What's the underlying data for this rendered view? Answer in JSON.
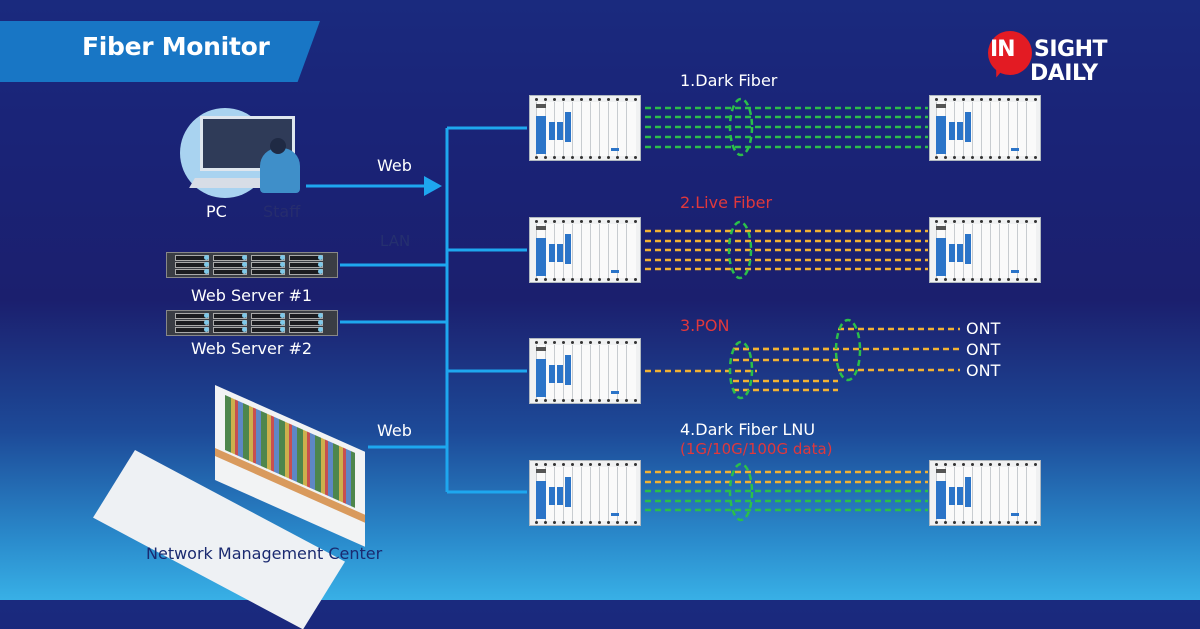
{
  "header": {
    "title": "Fiber Monitor"
  },
  "logo": {
    "part_red": "IN",
    "part1": "SIGHT",
    "part2": "DAILY",
    "bubble_color": "#e31b23"
  },
  "left_nodes": {
    "pc_label": "PC",
    "staff_label": "Staff",
    "web_server_1": "Web Server #1",
    "web_server_2": "Web Server #2",
    "nmc_label": "Network Management Center",
    "lan_label": "LAN"
  },
  "links": {
    "web_top": "Web",
    "web_bottom": "Web"
  },
  "scenarios": [
    {
      "label": "1.Dark Fiber",
      "label_color": "#ffffff",
      "fiber_colors": [
        "green",
        "green",
        "green",
        "green",
        "green"
      ]
    },
    {
      "label": "2.Live Fiber",
      "label_color": "#e0383c",
      "fiber_colors": [
        "orange",
        "orange",
        "orange",
        "orange",
        "orange"
      ]
    },
    {
      "label": "3.PON",
      "label_color": "#e0383c",
      "endpoints": [
        "ONT",
        "ONT",
        "ONT"
      ]
    },
    {
      "label": "4.Dark Fiber LNU",
      "sublabel": "(1G/10G/100G data)",
      "label_color": "#ffffff",
      "sublabel_color": "#e0383c",
      "fiber_colors": [
        "orange",
        "orange",
        "green",
        "green",
        "green"
      ]
    }
  ],
  "colors": {
    "bus_line": "#1ea7ef",
    "fiber_green": "#2bbf4a",
    "fiber_orange": "#f2b233",
    "banner": "#1876c5"
  }
}
